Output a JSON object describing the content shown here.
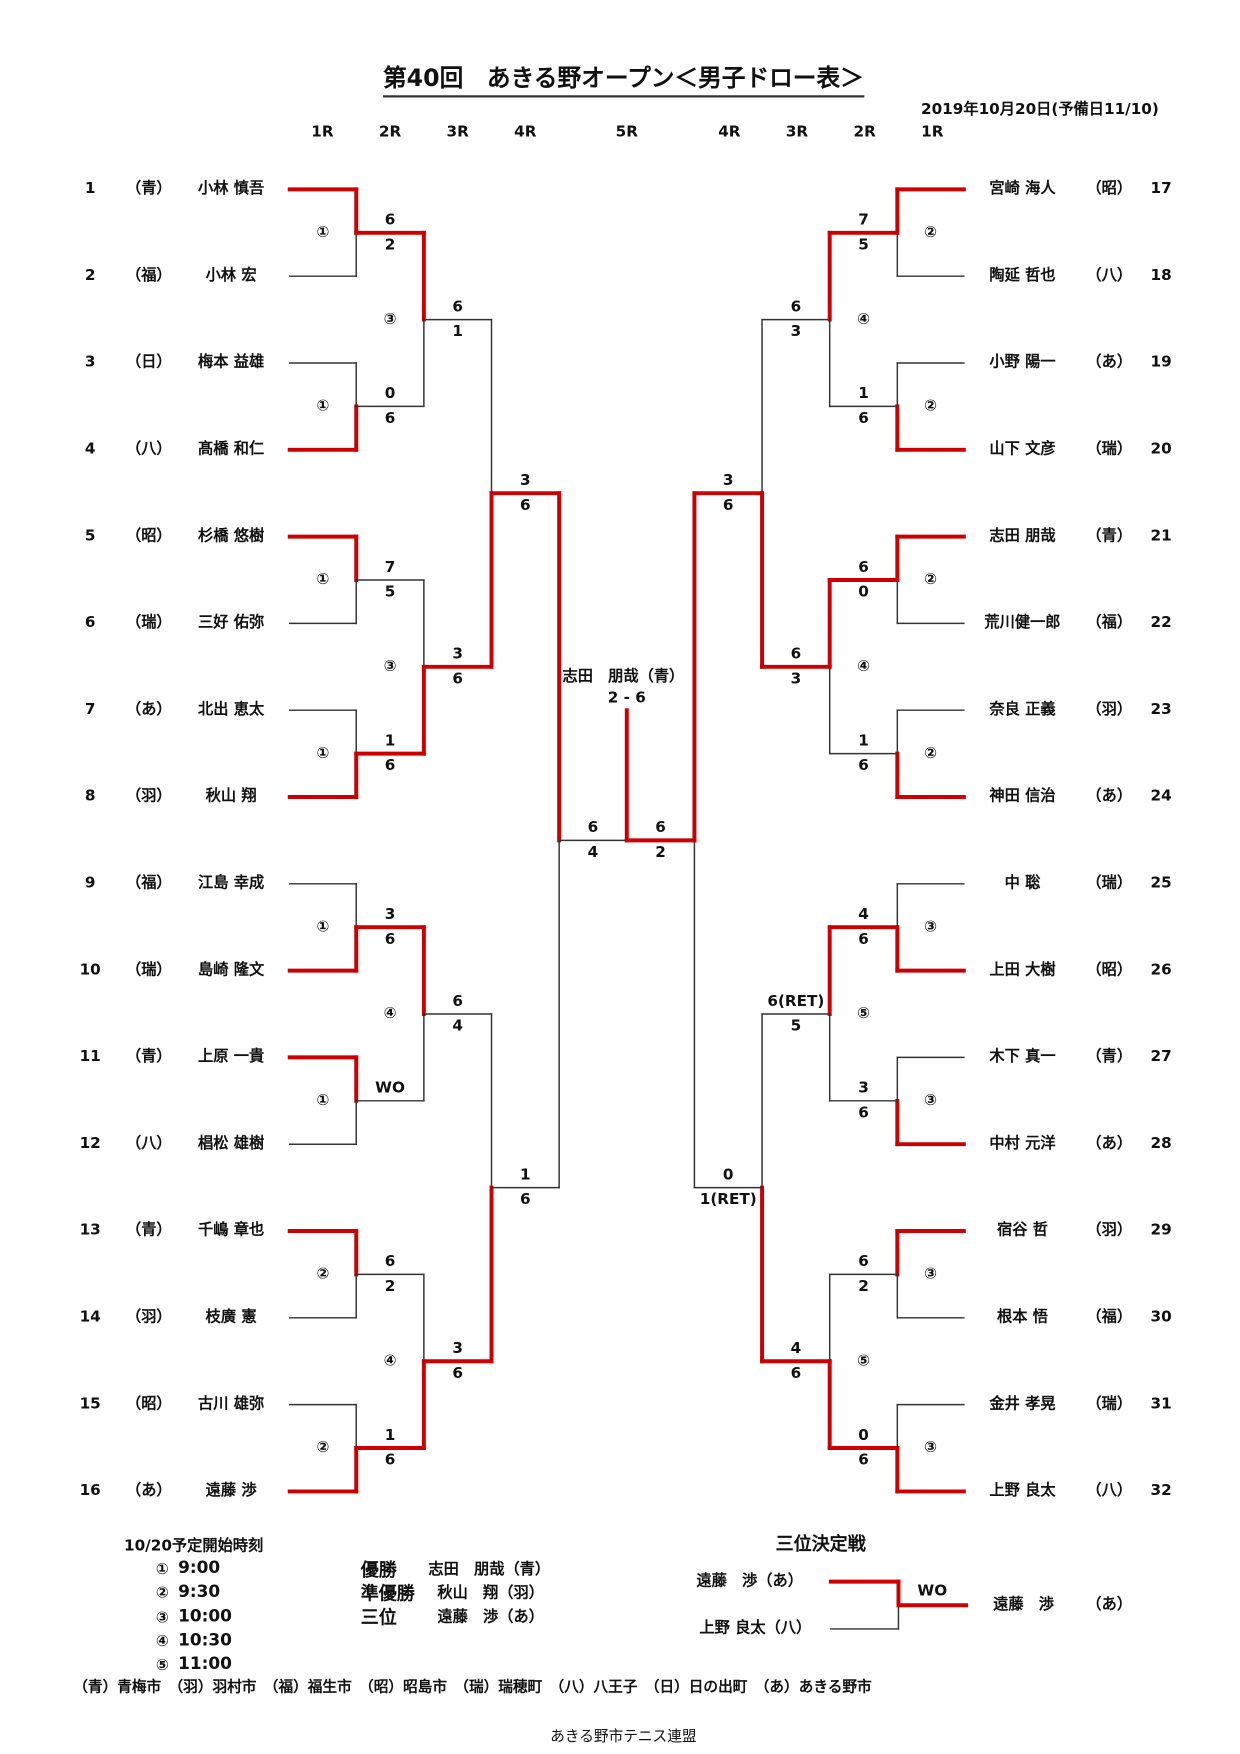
{
  "title": "第40回　あきる野オープン＜男子ドロー表＞",
  "date": "2019年10月20日(予備日11/10)",
  "round_headers_left": [
    "1R",
    "2R",
    "3R",
    "4R"
  ],
  "round_header_center": "5R",
  "round_headers_right": [
    "4R",
    "3R",
    "2R",
    "1R"
  ],
  "colors": {
    "win": "#cc0000",
    "line": "#333333"
  },
  "left": {
    "players": [
      {
        "seed": "1",
        "club": "（青）",
        "name": "小林 慎吾"
      },
      {
        "seed": "2",
        "club": "（福）",
        "name": "小林 宏"
      },
      {
        "seed": "3",
        "club": "（日）",
        "name": "梅本 益雄"
      },
      {
        "seed": "4",
        "club": "（八）",
        "name": "髙橋 和仁"
      },
      {
        "seed": "5",
        "club": "（昭）",
        "name": "杉橋 悠樹"
      },
      {
        "seed": "6",
        "club": "（瑞）",
        "name": "三好 佑弥"
      },
      {
        "seed": "7",
        "club": "（あ）",
        "name": "北出 恵太"
      },
      {
        "seed": "8",
        "club": "（羽）",
        "name": "秋山 翔"
      },
      {
        "seed": "9",
        "club": "（福）",
        "name": "江島 幸成"
      },
      {
        "seed": "10",
        "club": "（瑞）",
        "name": "島崎 隆文"
      },
      {
        "seed": "11",
        "club": "（青）",
        "name": "上原 一貴"
      },
      {
        "seed": "12",
        "club": "（八）",
        "name": "椙松 雄樹"
      },
      {
        "seed": "13",
        "club": "（青）",
        "name": "千嶋 章也"
      },
      {
        "seed": "14",
        "club": "（羽）",
        "name": "枝廣 憲"
      },
      {
        "seed": "15",
        "club": "（昭）",
        "name": "古川 雄弥"
      },
      {
        "seed": "16",
        "club": "（あ）",
        "name": "遠藤 渉"
      }
    ],
    "rounds": [
      [
        {
          "s": [
            "6",
            "2"
          ],
          "w": 0,
          "time": "①"
        },
        {
          "s": [
            "0",
            "6"
          ],
          "w": 1,
          "time": "①"
        },
        {
          "s": [
            "7",
            "5"
          ],
          "w": 0,
          "time": "①"
        },
        {
          "s": [
            "1",
            "6"
          ],
          "w": 1,
          "time": "①"
        },
        {
          "s": [
            "3",
            "6"
          ],
          "w": 1,
          "time": "①"
        },
        {
          "s": [
            "WO",
            ""
          ],
          "w": 0,
          "time": "①"
        },
        {
          "s": [
            "6",
            "2"
          ],
          "w": 0,
          "time": "②"
        },
        {
          "s": [
            "1",
            "6"
          ],
          "w": 1,
          "time": "②"
        }
      ],
      [
        {
          "s": [
            "6",
            "1"
          ],
          "w": 0,
          "time": "③"
        },
        {
          "s": [
            "3",
            "6"
          ],
          "w": 1,
          "time": "③"
        },
        {
          "s": [
            "6",
            "4"
          ],
          "w": 0,
          "time": "④"
        },
        {
          "s": [
            "3",
            "6"
          ],
          "w": 1,
          "time": "④"
        }
      ],
      [
        {
          "s": [
            "3",
            "6"
          ],
          "w": 1
        },
        {
          "s": [
            "1",
            "6"
          ],
          "w": 1
        }
      ],
      [
        {
          "s": [
            "6",
            "4"
          ],
          "w": 0
        }
      ]
    ]
  },
  "right": {
    "players": [
      {
        "seed": "17",
        "club": "（昭）",
        "name": "宮崎 海人"
      },
      {
        "seed": "18",
        "club": "（八）",
        "name": "陶延 哲也"
      },
      {
        "seed": "19",
        "club": "（あ）",
        "name": "小野 陽一"
      },
      {
        "seed": "20",
        "club": "（瑞）",
        "name": "山下 文彦"
      },
      {
        "seed": "21",
        "club": "（青）",
        "name": "志田 朋哉"
      },
      {
        "seed": "22",
        "club": "（福）",
        "name": "荒川健一郎"
      },
      {
        "seed": "23",
        "club": "（羽）",
        "name": "奈良 正義"
      },
      {
        "seed": "24",
        "club": "（あ）",
        "name": "神田 信治"
      },
      {
        "seed": "25",
        "club": "（瑞）",
        "name": "中 聡"
      },
      {
        "seed": "26",
        "club": "（昭）",
        "name": "上田 大樹"
      },
      {
        "seed": "27",
        "club": "（青）",
        "name": "木下 真一"
      },
      {
        "seed": "28",
        "club": "（あ）",
        "name": "中村 元洋"
      },
      {
        "seed": "29",
        "club": "（羽）",
        "name": "宿谷 哲"
      },
      {
        "seed": "30",
        "club": "（福）",
        "name": "根本 悟"
      },
      {
        "seed": "31",
        "club": "（瑞）",
        "name": "金井 孝晃"
      },
      {
        "seed": "32",
        "club": "（八）",
        "name": "上野 良太"
      }
    ],
    "rounds": [
      [
        {
          "s": [
            "7",
            "5"
          ],
          "w": 0,
          "time": "②"
        },
        {
          "s": [
            "1",
            "6"
          ],
          "w": 1,
          "time": "②"
        },
        {
          "s": [
            "6",
            "0"
          ],
          "w": 0,
          "time": "②"
        },
        {
          "s": [
            "1",
            "6"
          ],
          "w": 1,
          "time": "②"
        },
        {
          "s": [
            "4",
            "6"
          ],
          "w": 1,
          "time": "③"
        },
        {
          "s": [
            "3",
            "6"
          ],
          "w": 1,
          "time": "③"
        },
        {
          "s": [
            "6",
            "2"
          ],
          "w": 0,
          "time": "③"
        },
        {
          "s": [
            "0",
            "6"
          ],
          "w": 1,
          "time": "③"
        }
      ],
      [
        {
          "s": [
            "6",
            "3"
          ],
          "w": 0,
          "time": "④"
        },
        {
          "s": [
            "6",
            "3"
          ],
          "w": 0,
          "time": "④"
        },
        {
          "s": [
            "6(RET)",
            "5"
          ],
          "w": 0,
          "time": "⑤"
        },
        {
          "s": [
            "4",
            "6"
          ],
          "w": 1,
          "time": "⑤"
        }
      ],
      [
        {
          "s": [
            "3",
            "6"
          ],
          "w": 1
        },
        {
          "s": [
            "0",
            "1(RET)"
          ],
          "w": 1
        }
      ],
      [
        {
          "s": [
            "6",
            "2"
          ],
          "w": 0
        }
      ]
    ]
  },
  "final": {
    "winner_side": "right",
    "winner_label": "志田　朋哉（青）",
    "score": "2 - 6"
  },
  "schedule": {
    "title": "10/20予定開始時刻",
    "items": [
      {
        "mark": "①",
        "time": "9:00"
      },
      {
        "mark": "②",
        "time": "9:30"
      },
      {
        "mark": "③",
        "time": "10:00"
      },
      {
        "mark": "④",
        "time": "10:30"
      },
      {
        "mark": "⑤",
        "time": "11:00"
      }
    ]
  },
  "results": [
    {
      "label": "優勝",
      "name": "志田　朋哉（青）"
    },
    {
      "label": "準優勝",
      "name": "秋山　翔（羽）"
    },
    {
      "label": "三位",
      "name": "遠藤　渉（あ）"
    }
  ],
  "third_place": {
    "title": "三位決定戦",
    "top": "遠藤　渉（あ）",
    "bottom": "上野 良太（八）",
    "score": "WO",
    "winner_name": "遠藤　渉",
    "winner_club": "（あ）"
  },
  "legend": "（青）青梅市　（羽）羽村市　（福）福生市　（昭）昭島市　（瑞）瑞穂町　（八）八王子　（日）日の出町　（あ）あきる野市",
  "footer": "あきる野市テニス連盟"
}
